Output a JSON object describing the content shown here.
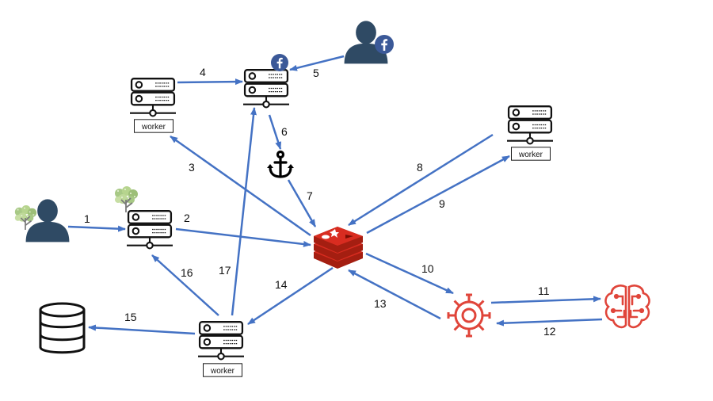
{
  "colors": {
    "arrow": "#4472C4",
    "facebook": "#3B5998",
    "user": "#2F4A64",
    "redis": "#D82C20",
    "ai": "#E0453A",
    "server": "#111111"
  },
  "labels": {
    "worker_a": "worker",
    "worker_b": "worker",
    "worker_c": "worker",
    "e1": "1",
    "e2": "2",
    "e3": "3",
    "e4": "4",
    "e5": "5",
    "e6": "6",
    "e7": "7",
    "e8": "8",
    "e9": "9",
    "e10": "10",
    "e11": "11",
    "e12": "12",
    "e13": "13",
    "e14": "14",
    "e15": "15",
    "e16": "16",
    "e17": "17"
  },
  "icons": {
    "user_webhook": "user-icon",
    "user_facebook": "user-icon",
    "facebook_badge": "facebook-icon",
    "webhook_badge": "tree-icon",
    "anchor": "anchor-icon",
    "redis": "redis-icon",
    "gear": "gear-icon",
    "brain": "brain-icon",
    "database": "database-icon"
  }
}
